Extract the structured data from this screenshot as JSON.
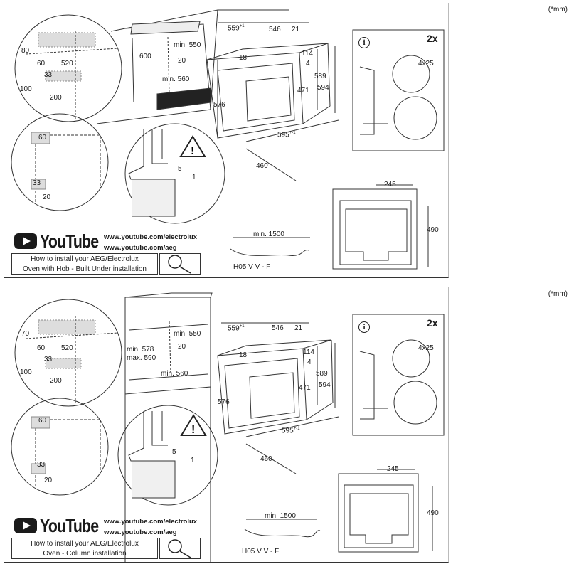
{
  "panels": [
    {
      "units_note": "(*mm)",
      "youtube_word": "YouTube",
      "url_1": "www.youtube.com/electrolux",
      "url_2": "www.youtube.com/aeg",
      "howto_line1": "How to install your AEG/Electrolux",
      "howto_line2": "Oven with Hob - Built Under installation",
      "dims": {
        "d80": "80",
        "d60a": "60",
        "d520": "520",
        "d33a": "33",
        "d100": "100",
        "d200": "200",
        "d600": "600",
        "d550": "min. 550",
        "d20a": "20",
        "d560": "min. 560",
        "d60b": "60",
        "d33b": "33",
        "d20b": "20",
        "d5": "5",
        "d1": "1",
        "d559": "559",
        "d559s": "+1",
        "d546": "546",
        "d21": "21",
        "d18": "18",
        "d114": "114",
        "d4": "4",
        "d589": "589",
        "d594": "594",
        "d471": "471",
        "d576": "576",
        "d595": "595",
        "d595s": "+-1",
        "d460": "460",
        "screw_qty": "2x",
        "screw_size": "4x25",
        "d245": "245",
        "d490": "490",
        "cable_len": "min. 1500",
        "cable_type": "H05 V V - F"
      }
    },
    {
      "units_note": "(*mm)",
      "youtube_word": "YouTube",
      "url_1": "www.youtube.com/electrolux",
      "url_2": "www.youtube.com/aeg",
      "howto_line1": "How to install your AEG/Electrolux",
      "howto_line2": "Oven - Column installation",
      "dims": {
        "d80": "70",
        "d60a": "60",
        "d520": "520",
        "d33a": "33",
        "d100": "100",
        "d200": "200",
        "d600": "min. 578",
        "d600b": "max. 590",
        "d550": "min. 550",
        "d20a": "20",
        "d560": "min. 560",
        "d60b": "60",
        "d33b": "33",
        "d20b": "20",
        "d5": "5",
        "d1": "1",
        "d559": "559",
        "d559s": "+1",
        "d546": "546",
        "d21": "21",
        "d18": "18",
        "d114": "114",
        "d4": "4",
        "d589": "589",
        "d594": "594",
        "d471": "471",
        "d576": "576",
        "d595": "595",
        "d595s": "+-1",
        "d460": "460",
        "screw_qty": "2x",
        "screw_size": "4x25",
        "d245": "245",
        "d490": "490",
        "cable_len": "min. 1500",
        "cable_type": "H05 V V - F"
      }
    }
  ],
  "icons": [
    "youtube-logo",
    "magnifier-icon",
    "warning-icon",
    "info-icon",
    "earth-symbol-icon"
  ]
}
